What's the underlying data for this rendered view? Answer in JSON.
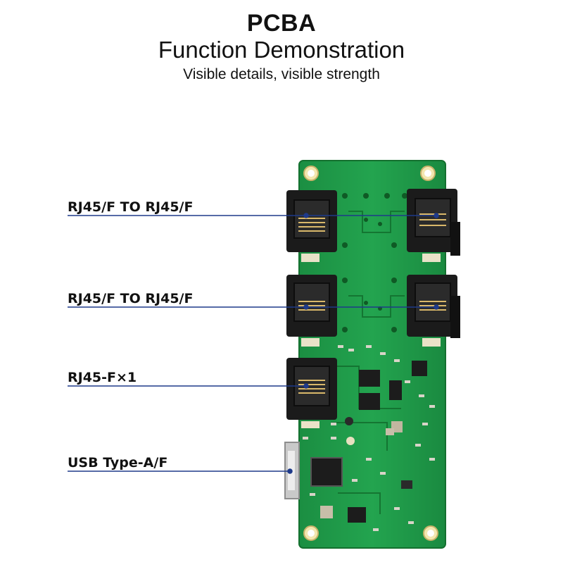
{
  "header": {
    "title": "PCBA",
    "subtitle": "Function Demonstration",
    "tagline": "Visible details, visible strength"
  },
  "callouts": [
    {
      "label": "RJ45/F TO RJ45/F"
    },
    {
      "label": "RJ45/F TO RJ45/F"
    },
    {
      "label": "RJ45-F×1"
    },
    {
      "label": "USB Type-A/F"
    }
  ],
  "colors": {
    "pcb_green": "#1f9a49",
    "pcb_dark": "#167a38",
    "connector_black": "#1a1a1a",
    "callout_line": "#1e3a8a",
    "pad_gold": "#d9b86a"
  }
}
